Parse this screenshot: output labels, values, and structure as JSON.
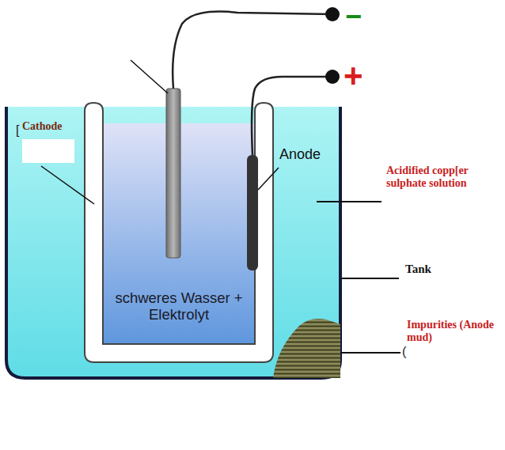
{
  "diagram": {
    "labels": [
      "[",
      "Cathode",
      "Anode",
      "Acidified copp[er sulphate solution",
      "Tank",
      "schweres Wasser + Elektrolyt",
      "Impurities (Anode mud)",
      "(",
      "−",
      "+"
    ]
  }
}
